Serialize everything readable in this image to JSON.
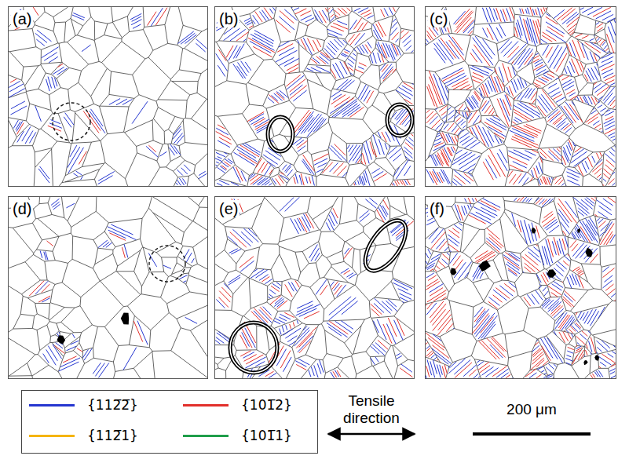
{
  "diagram": {
    "nodes": [
      {
        "text": [
          "(a)"
        ]
      },
      {
        "text": [
          "(b)"
        ]
      },
      {
        "text": [
          "(c)"
        ]
      },
      {
        "text": [
          "(d)"
        ]
      },
      {
        "text": [
          "(e)"
        ]
      },
      {
        "text": [
          "(f)"
        ]
      }
    ],
    "labels": [
      "Tensile direction",
      "200 μm"
    ],
    "legend": [
      {
        "text": "{112̅2̅}",
        "color": "#2536d0"
      },
      {
        "text": "{101̅2}",
        "color": "#e2302b"
      },
      {
        "text": "{112̅1}",
        "color": "#f5b400"
      },
      {
        "text": "{101̅1}",
        "color": "#1f9e4a"
      }
    ]
  }
}
